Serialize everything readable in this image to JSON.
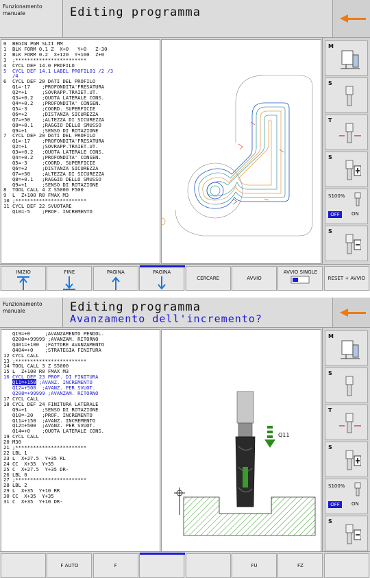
{
  "screen1": {
    "mode_label": "Funzionamento manuale",
    "title": "Editing programma",
    "program_lines": [
      {
        "t": "0  BEGIN PGM SLII MM",
        "c": ""
      },
      {
        "t": "1  BLK FORM 0.1 Z  X+0   Y+0   Z-30",
        "c": ""
      },
      {
        "t": "2  BLK FORM 0.2  X+120  Y+100  Z+0",
        "c": ""
      },
      {
        "t": "3  ;************************",
        "c": ""
      },
      {
        "t": "4  CYCL DEF 14.0 PROFILO",
        "c": ""
      },
      {
        "t": "5  CYCL DEF 14.1 LABEL PROFILO1 /2 /3",
        "c": "blue"
      },
      {
        "t": "   /4",
        "c": "blue"
      },
      {
        "t": "6  CYCL DEF 20 DATI DEL PROFILO",
        "c": ""
      },
      {
        "t": "   Q1=-17    ;PROFONDITA'FRESATURA",
        "c": ""
      },
      {
        "t": "   Q2=+1     ;SOVRAPP.TRAIET.UT.",
        "c": ""
      },
      {
        "t": "   Q3=+0.2   ;QUOTA LATERALE CONS.",
        "c": ""
      },
      {
        "t": "   Q4=+0.2   ;PROFONDITA' CONSEN.",
        "c": ""
      },
      {
        "t": "   Q5=-3     ;COORD. SUPERFICIE",
        "c": ""
      },
      {
        "t": "   Q6=+2     ;DISTANZA SICUREZZA",
        "c": ""
      },
      {
        "t": "   Q7=+50    ;ALTEZZA DI SICUREZZA",
        "c": ""
      },
      {
        "t": "   Q8=+0.1   ;RAGGIO DELLO SMUSSO",
        "c": ""
      },
      {
        "t": "   Q9=+1     ;SENSO DI ROTAZIONE",
        "c": ""
      },
      {
        "t": "7  CYCL DEF 20 DATI DEL PROFILO",
        "c": ""
      },
      {
        "t": "   Q1=-17    ;PROFONDITA'FRESATURA",
        "c": ""
      },
      {
        "t": "   Q2=+1     ;SOVRAPP.TRAIET.UT.",
        "c": ""
      },
      {
        "t": "   Q3=+0.2   ;QUOTA LATERALE CONS.",
        "c": ""
      },
      {
        "t": "   Q4=+0.2   ;PROFONDITA' CONSEN.",
        "c": ""
      },
      {
        "t": "   Q5=-3     ;COORD. SUPERFICIE",
        "c": ""
      },
      {
        "t": "   Q6=+2     ;DISTANZA SICUREZZA",
        "c": ""
      },
      {
        "t": "   Q7=+50    ;ALTEZZA DI SICUREZZA",
        "c": ""
      },
      {
        "t": "   Q8=+0.1   ;RAGGIO DELLO SMUSSO",
        "c": ""
      },
      {
        "t": "   Q9=+1     ;SENSO DI ROTAZIONE",
        "c": ""
      },
      {
        "t": "8  TOOL CALL 4 Z S5000 F500",
        "c": ""
      },
      {
        "t": "9  L  Z+100 R0 FMAX M3",
        "c": ""
      },
      {
        "t": "10 ;************************",
        "c": ""
      },
      {
        "t": "11 CYCL DEF 22 SVUOTARE",
        "c": ""
      },
      {
        "t": "   Q10=-5    ;PROF. INCREMENTO",
        "c": ""
      }
    ],
    "right_keys": [
      {
        "letter": "M",
        "icon": "machine-icon"
      },
      {
        "letter": "S",
        "icon": "spindle-icon"
      },
      {
        "letter": "T",
        "icon": "tool-length-icon"
      },
      {
        "letter": "S",
        "icon": "spindle-plus-icon"
      },
      {
        "letter": "",
        "icon": "spindle-override-icon",
        "override": "S100%",
        "off": "OFF",
        "on": "ON"
      },
      {
        "letter": "S",
        "icon": "spindle-minus-icon"
      }
    ],
    "softkeys": [
      {
        "label": "INIZIO",
        "icon": "arrow-up-start-icon"
      },
      {
        "label": "FINE",
        "icon": "arrow-down-end-icon"
      },
      {
        "label": "PAGINA",
        "icon": "arrow-up-page-icon"
      },
      {
        "label": "PAGINA",
        "icon": "arrow-down-page-icon"
      },
      {
        "label": "CERCARE",
        "icon": ""
      },
      {
        "label": "AVVIO",
        "icon": ""
      },
      {
        "label": "AVVIO SINGLE",
        "icon": "single-block-icon"
      },
      {
        "label": "RESET + AVVIO",
        "icon": ""
      }
    ]
  },
  "screen2": {
    "mode_label": "Funzionamento manuale",
    "title": "Editing programma",
    "prompt": "Avanzamento dell'incremento?",
    "program_lines": [
      {
        "t": "   Q19=+0     ;AVANZAMENTO PENDOL.",
        "c": ""
      },
      {
        "t": "   Q208=+99999 ;AVANZAM. RITORNO",
        "c": ""
      },
      {
        "t": "   Q401=+100  ;FATTORE AVANZAMENTO",
        "c": ""
      },
      {
        "t": "   Q404=+0    ;STRATEGIA FINITURA",
        "c": ""
      },
      {
        "t": "12 CYCL CALL",
        "c": ""
      },
      {
        "t": "13 ;************************",
        "c": ""
      },
      {
        "t": "14 TOOL CALL 3 Z S5000",
        "c": ""
      },
      {
        "t": "15 L  Z+100 R0 FMAX M3",
        "c": ""
      },
      {
        "t": "16 CYCL DEF 23 PROF. DI FINITURA",
        "c": "blue"
      },
      {
        "t": "   Q11=+150 ;AVANZ. INCREMENTO",
        "c": "cursor",
        "hl": "Q11=+150"
      },
      {
        "t": "   Q12=+500  ;AVANZ. PER SVUOT.",
        "c": "blue"
      },
      {
        "t": "   Q208=+99999 ;AVANZAM. RITORNO",
        "c": "blue"
      },
      {
        "t": "17 CYCL CALL",
        "c": ""
      },
      {
        "t": "18 CYCL DEF 24 FINITURA LATERALE",
        "c": ""
      },
      {
        "t": "   Q9=+1     ;SENSO DI ROTAZIONE",
        "c": ""
      },
      {
        "t": "   Q10=-20   ;PROF. INCREMENTO",
        "c": ""
      },
      {
        "t": "   Q11=+150  ;AVANZ. INCREMENTO",
        "c": ""
      },
      {
        "t": "   Q12=+500  ;AVANZ. PER SVUOT.",
        "c": ""
      },
      {
        "t": "   Q14=+0    ;QUOTA LATERALE CONS.",
        "c": ""
      },
      {
        "t": "19 CYCL CALL",
        "c": ""
      },
      {
        "t": "20 M30",
        "c": ""
      },
      {
        "t": "21 ;************************",
        "c": ""
      },
      {
        "t": "22 LBL 1",
        "c": ""
      },
      {
        "t": "23 L  X+27.5  Y+35 RL",
        "c": ""
      },
      {
        "t": "24 CC  X+35  Y+35",
        "c": ""
      },
      {
        "t": "25 C  X+27.5  Y+35 DR-",
        "c": ""
      },
      {
        "t": "26 LBL 0",
        "c": ""
      },
      {
        "t": "27 ;************************",
        "c": ""
      },
      {
        "t": "28 LBL 2",
        "c": ""
      },
      {
        "t": "29 L  X+35  Y+10 RR",
        "c": ""
      },
      {
        "t": "30 CC  X+35  Y+35",
        "c": ""
      },
      {
        "t": "31 C  X+35  Y+10 DR-",
        "c": ""
      }
    ],
    "graphic_label": "Q11",
    "right_keys": [
      {
        "letter": "M",
        "icon": "machine-icon"
      },
      {
        "letter": "S",
        "icon": "spindle-icon"
      },
      {
        "letter": "T",
        "icon": "tool-length-icon"
      },
      {
        "letter": "S",
        "icon": "spindle-plus-icon"
      },
      {
        "letter": "",
        "icon": "spindle-override-icon",
        "override": "S100%",
        "off": "OFF",
        "on": "ON"
      },
      {
        "letter": "S",
        "icon": "spindle-minus-icon"
      }
    ],
    "softkeys": [
      {
        "label": ""
      },
      {
        "label": "F AUTO"
      },
      {
        "label": "F"
      },
      {
        "label": ""
      },
      {
        "label": ""
      },
      {
        "label": "FU"
      },
      {
        "label": "FZ"
      },
      {
        "label": ""
      }
    ]
  },
  "colors": {
    "accent_blue": "#1a1ad8",
    "arrow_orange": "#f07a10",
    "toolpath_teal": "#4aa0a8",
    "toolpath_orange": "#e8a050",
    "hatch_green": "#3a9a2a"
  }
}
